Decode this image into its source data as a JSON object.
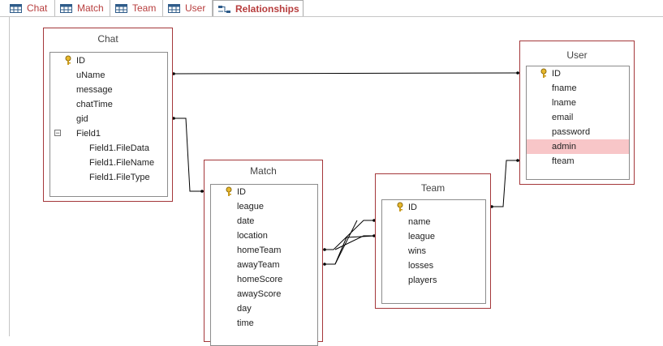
{
  "tabs": [
    {
      "label": "Chat",
      "icon": "datasheet-icon"
    },
    {
      "label": "Match",
      "icon": "datasheet-icon"
    },
    {
      "label": "Team",
      "icon": "datasheet-icon"
    },
    {
      "label": "User",
      "icon": "datasheet-icon"
    },
    {
      "label": "Relationships",
      "icon": "relationships-icon",
      "active": true
    }
  ],
  "tables": {
    "chat": {
      "title": "Chat",
      "fields": [
        "ID",
        "uName",
        "message",
        "chatTime",
        "gid",
        "Field1",
        "Field1.FileData",
        "Field1.FileName",
        "Field1.FileType"
      ]
    },
    "match": {
      "title": "Match",
      "fields": [
        "ID",
        "league",
        "date",
        "location",
        "homeTeam",
        "awayTeam",
        "homeScore",
        "awayScore",
        "day",
        "time"
      ]
    },
    "team": {
      "title": "Team",
      "fields": [
        "ID",
        "name",
        "league",
        "wins",
        "losses",
        "players"
      ]
    },
    "user": {
      "title": "User",
      "fields": [
        "ID",
        "fname",
        "lname",
        "email",
        "password",
        "admin",
        "fteam"
      ],
      "highlighted": "admin"
    }
  },
  "colors": {
    "accent": "#a4373a",
    "highlight": "#f8c6c8",
    "tab_text": "#b73d3d"
  }
}
